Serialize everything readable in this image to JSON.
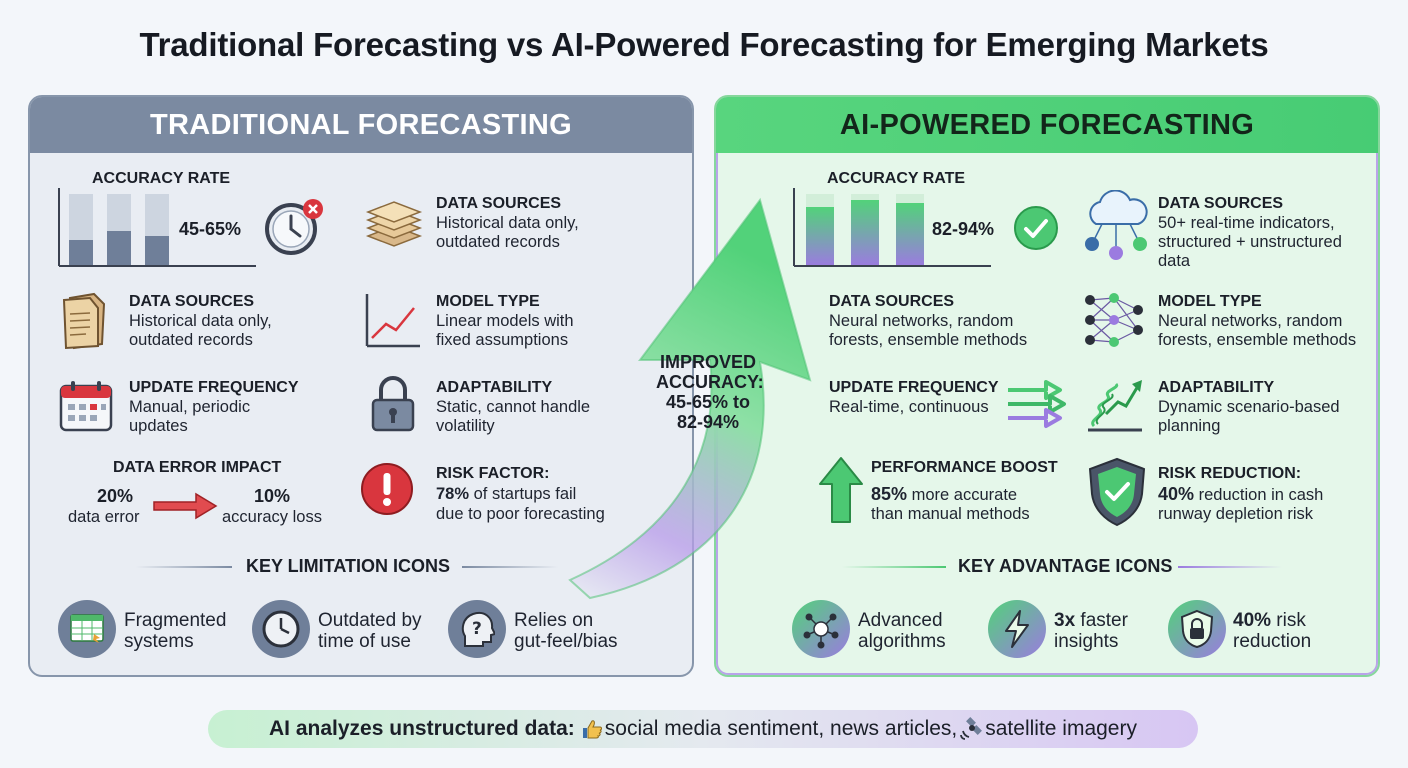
{
  "title": "Traditional Forecasting vs AI-Powered Forecasting for Emerging Markets",
  "left": {
    "header": "TRADITIONAL FORECASTING",
    "accuracy": {
      "label": "ACCURACY RATE",
      "value": "45-65%",
      "bars": [
        0.45,
        0.6,
        0.52
      ]
    },
    "data_sources_top": {
      "label": "DATA SOURCES",
      "line1": "Historical data only,",
      "line2": "outdated records"
    },
    "data_sources": {
      "label": "DATA SOURCES",
      "line1": "Historical data only,",
      "line2": "outdated records"
    },
    "model_type": {
      "label": "MODEL TYPE",
      "line1": "Linear models with",
      "line2": "fixed assumptions"
    },
    "update_frequency": {
      "label": "UPDATE FREQUENCY",
      "line1": "Manual, periodic",
      "line2": "updates"
    },
    "adaptability": {
      "label": "ADAPTABILITY",
      "line1": "Static, cannot handle",
      "line2": "volatility"
    },
    "error_impact": {
      "label": "DATA ERROR IMPACT",
      "from_value": "20%",
      "from_label": "data error",
      "to_value": "10%",
      "to_label": "accuracy loss"
    },
    "risk": {
      "label": "RISK FACTOR:",
      "bold": "78%",
      "line1": " of startups fail",
      "line2": "due to poor forecasting"
    },
    "section": "KEY LIMITATION ICONS",
    "icons": [
      {
        "line1": "Fragmented",
        "line2": "systems"
      },
      {
        "line1": "Outdated by",
        "line2": "time of use"
      },
      {
        "line1": "Relies on",
        "line2": "gut-feel/bias"
      }
    ]
  },
  "arrow": {
    "line1": "IMPROVED",
    "line2": "ACCURACY:",
    "line3": "45-65% to",
    "line4": "82-94%"
  },
  "right": {
    "header": "AI-POWERED FORECASTING",
    "accuracy": {
      "label": "ACCURACY RATE",
      "value": "82-94%",
      "bars": [
        0.82,
        0.92,
        0.88
      ]
    },
    "data_sources_top": {
      "label": "DATA SOURCES",
      "line1": "50+ real-time indicators,",
      "line2": "structured + unstructured",
      "line3": "data"
    },
    "data_sources": {
      "label": "DATA SOURCES",
      "line1": "Neural networks, random",
      "line2": "forests, ensemble methods"
    },
    "model_type": {
      "label": "MODEL TYPE",
      "line1": "Neural networks, random",
      "line2": "forests, ensemble methods"
    },
    "update_frequency": {
      "label": "UPDATE FREQUENCY",
      "line1": "Real-time, continuous"
    },
    "adaptability": {
      "label": "ADAPTABILITY",
      "line1": "Dynamic scenario-based",
      "line2": "planning"
    },
    "boost": {
      "label": "PERFORMANCE BOOST",
      "bold": "85%",
      "line1": " more accurate",
      "line2": "than manual methods"
    },
    "risk": {
      "label": "RISK REDUCTION:",
      "bold": "40%",
      "line1": " reduction in cash",
      "line2": "runway depletion risk"
    },
    "section": "KEY ADVANTAGE ICONS",
    "icons": [
      {
        "bold": "",
        "line1": "Advanced",
        "line2": "algorithms"
      },
      {
        "bold": "3x",
        "line1": " faster",
        "line2": "insights"
      },
      {
        "bold": "40%",
        "line1": " risk",
        "line2": "reduction"
      }
    ]
  },
  "footer": {
    "bold": "AI analyzes unstructured data:",
    "part1": " social media sentiment, news articles, ",
    "part2": " satellite imagery"
  },
  "colors": {
    "left_header": "#7b8aa1",
    "right_header": "#4fd17b",
    "accent_purple": "#9b7be0",
    "alert_red": "#d9363e"
  }
}
